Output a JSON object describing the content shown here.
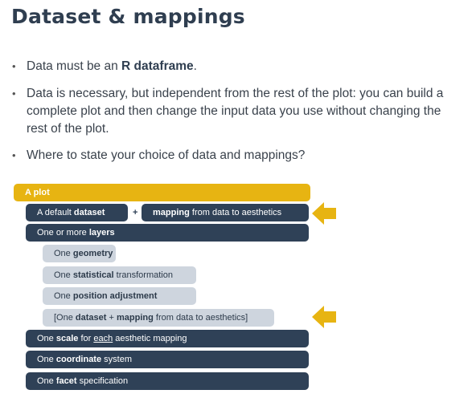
{
  "title": "Dataset & mappings",
  "bullets": {
    "b1": {
      "pre": "Data must be an ",
      "bold": "R dataframe",
      "post": "."
    },
    "b2": "Data is necessary, but independent from the rest of the plot: you can build a complete plot and then change the input data you use without changing the rest of the plot.",
    "b3": "Where to state your choice of data and mappings?"
  },
  "diagram": {
    "a_plot": "A plot",
    "default_dataset": {
      "pre": "A default ",
      "bold": "dataset"
    },
    "plus": "+",
    "mapping": {
      "bold": "mapping",
      "post": " from data to aesthetics"
    },
    "layers": {
      "pre": "One or more ",
      "bold": "layers"
    },
    "geometry": {
      "pre": "One ",
      "bold": "geometry"
    },
    "stat": {
      "pre": "One ",
      "bold": "statistical",
      "post": " transformation"
    },
    "position": {
      "pre": "One ",
      "bold": "position adjustment"
    },
    "layer_data": {
      "pre": "[One ",
      "bold1": "dataset",
      "mid": " + ",
      "bold2": "mapping",
      "post": " from data to aesthetics]"
    },
    "scale": {
      "pre": "One ",
      "bold": "scale",
      "mid": " for ",
      "under": "each",
      "post": " aesthetic mapping"
    },
    "coord": {
      "pre": "One ",
      "bold": "coordinate",
      "post": " system"
    },
    "facet": {
      "pre": "One ",
      "bold": "facet",
      "post": " specification"
    }
  },
  "colors": {
    "gold": "#e7b412",
    "dark": "#2f4157",
    "light": "#ced5de"
  }
}
